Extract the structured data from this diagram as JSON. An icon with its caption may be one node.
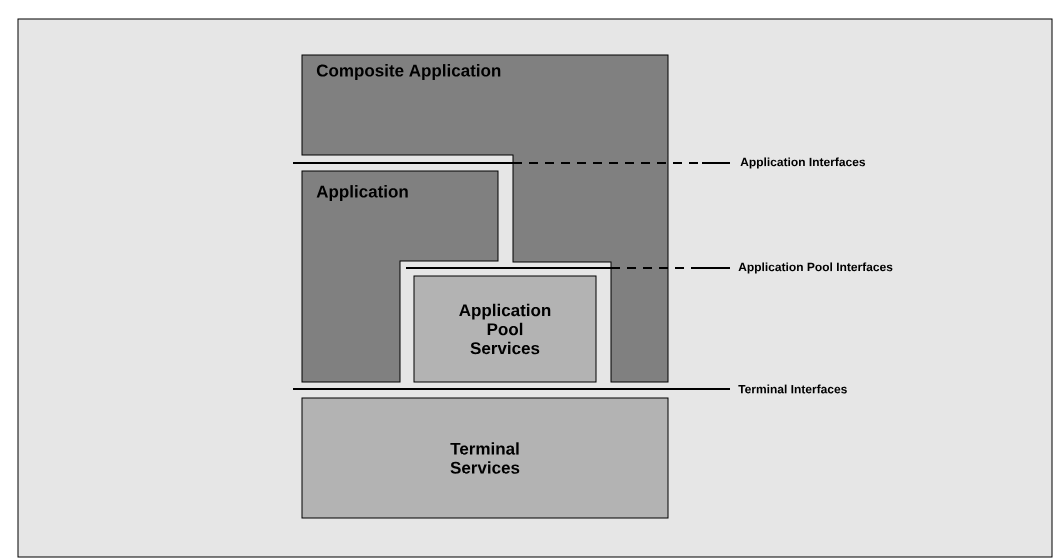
{
  "diagram": {
    "nodes": [
      {
        "text": [
          "Composite Application"
        ]
      },
      {
        "text": [
          "Application"
        ]
      },
      {
        "text": [
          "Application Pool Services"
        ]
      },
      {
        "text": [
          "Terminal Services"
        ]
      }
    ],
    "labels": [
      "Application Interfaces",
      "Application Pool Interfaces",
      "Terminal Interfaces"
    ]
  }
}
